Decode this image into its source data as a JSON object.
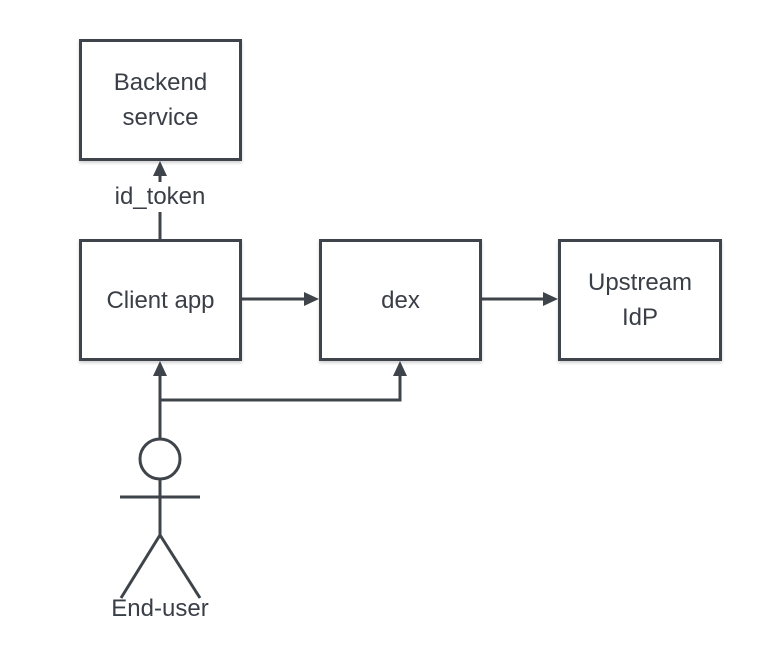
{
  "nodes": {
    "backend": "Backend\nservice",
    "client": "Client app",
    "dex": "dex",
    "upstream": "Upstream\nIdP",
    "actor": "End-user"
  },
  "edges": {
    "client_to_backend": "id_token"
  },
  "colors": {
    "stroke": "#3f444b",
    "text": "#3a3f47",
    "background": "#ffffff"
  }
}
